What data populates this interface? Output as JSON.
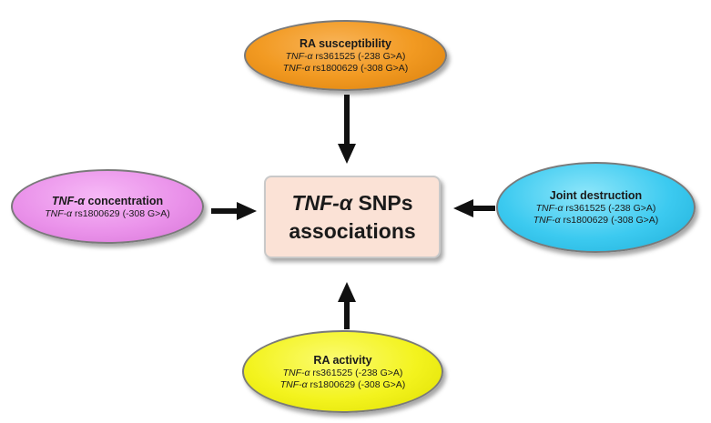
{
  "center": {
    "gene": "TNF-α",
    "after_gene": " SNPs",
    "line2": "associations"
  },
  "nodes": {
    "top": {
      "title": "RA susceptibility",
      "lines": [
        {
          "gene": "TNF-α",
          "rest": " rs361525 (-238 G>A)"
        },
        {
          "gene": "TNF-α",
          "rest": " rs1800629 (-308 G>A)"
        }
      ]
    },
    "left": {
      "title_gene": "TNF-α",
      "title_rest": " concentration",
      "lines": [
        {
          "gene": "TNF-α",
          "rest": " rs1800629 (-308 G>A)"
        }
      ]
    },
    "right": {
      "title": "Joint destruction",
      "lines": [
        {
          "gene": "TNF-α",
          "rest": " rs361525 (-238 G>A)"
        },
        {
          "gene": "TNF-α",
          "rest": " rs1800629 (-308 G>A)"
        }
      ]
    },
    "bottom": {
      "title": "RA activity",
      "lines": [
        {
          "gene": "TNF-α",
          "rest": " rs361525 (-238 G>A)"
        },
        {
          "gene": "TNF-α",
          "rest": " rs1800629 (-308 G>A)"
        }
      ]
    }
  },
  "colors": {
    "top": "#f29a22",
    "left": "#ea92ea",
    "right": "#3ccaf0",
    "bottom": "#f3f31e",
    "center": "#fbe2d6",
    "arrow": "#111111"
  }
}
